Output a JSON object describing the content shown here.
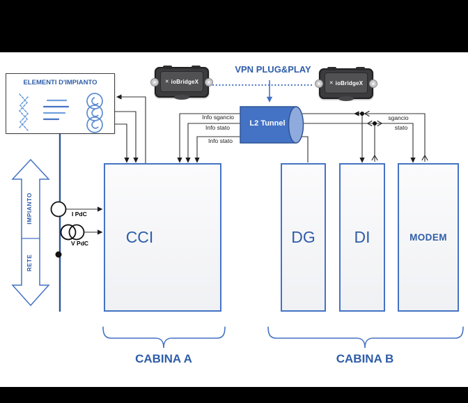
{
  "colors": {
    "accent": "#4472C4",
    "dark_blue": "#2F5597",
    "text_blue": "#2E5DA8",
    "line": "#303030",
    "tunnel_end": "#8FAADC",
    "box_fill": "#F2F3F5"
  },
  "vpn": {
    "bold": "VPN",
    "rest": "PLUG&PLAY"
  },
  "devices": {
    "left_label": "ioBridgeX",
    "right_label": "ioBridgeX",
    "logo_glyph": "✕"
  },
  "tunnel_label": "L2 Tunnel",
  "impianto_box_title": "ELEMENTI D'IMPIANTO",
  "signal_labels": {
    "info_sgancio": "Info sgancio",
    "info_stato_1": "Info stato",
    "info_stato_2": "Info stato",
    "sgancio": "sgancio",
    "stato": "stato"
  },
  "measure_labels": {
    "current": "I PdC",
    "voltage": "V PdC"
  },
  "side_arrow": {
    "top": "IMPIANTO",
    "bottom": "RETE"
  },
  "blocks": {
    "cci": "CCI",
    "dg": "DG",
    "di": "DI",
    "modem": "MODEM"
  },
  "groups": {
    "cabina_a": "CABINA A",
    "cabina_b": "CABINA B"
  }
}
